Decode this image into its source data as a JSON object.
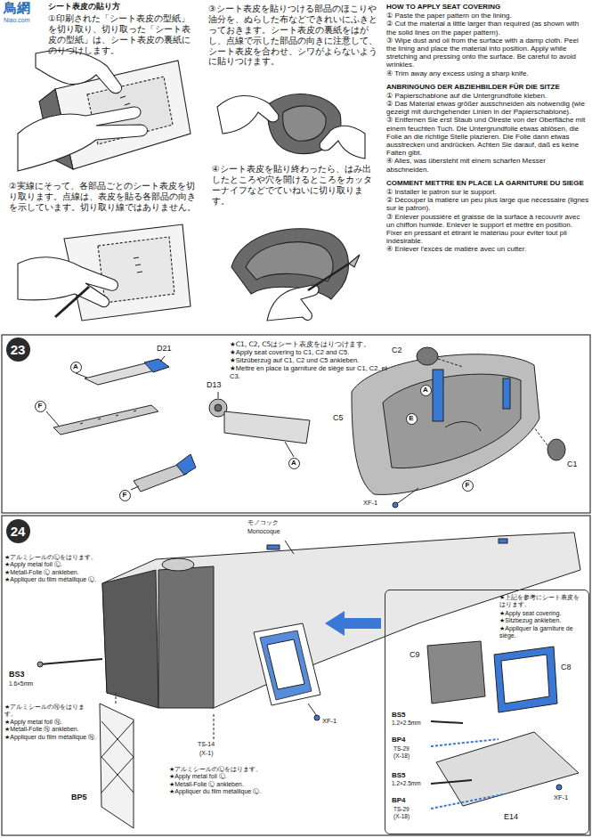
{
  "diagram": {
    "nodes": [
      {
        "text": [
          "23"
        ]
      },
      {
        "text": [
          "A"
        ]
      },
      {
        "text": [
          "F"
        ]
      },
      {
        "text": [
          "F"
        ]
      },
      {
        "text": [
          "A"
        ]
      },
      {
        "text": [
          "A"
        ]
      },
      {
        "text": [
          "E"
        ]
      },
      {
        "text": [
          "F"
        ]
      },
      {
        "text": [
          "24"
        ]
      },
      {
        "text": [
          "★上記を参考にシート表皮をはります。",
          "★Apply seat covering.",
          "★Sitzbezug ankleben.",
          "★Appliquer la garniture de siège."
        ]
      }
    ],
    "labels": [
      "鳥網",
      "Niao.com",
      "シート表皮の貼り方",
      "①印刷された「シート表皮の型紙」を切り取り、切り取った「シート表皮の型紙」は、シート表皮の裏紙にのりづけします。",
      "②実線にそって、各部品ごとのシート表皮を切り取ります。点線は、表皮を貼る各部品の向きを示しています。切り取り線ではありません。",
      "③シート表皮を貼りつける部品のほこりや油分を、ぬらした布などできれいにふきとっておきます。シート表皮の裏紙をはがし、点線で示した部品の向きに注意して、シート表皮を合わせ、シワがよらないように貼りつけます。",
      "④シート表皮を貼り終わったら、はみ出したところや穴を開けるところをカッターナイフなどでていねいに切り取ります。",
      "HOW TO APPLY SEAT COVERING",
      "① Paste the paper pattern on the lining.",
      "② Cut the material a little larger than required (as shown with the solid lines on the paper pattern).",
      "③ Wipe dust and oil from the surface with a damp cloth. Peel the lining and place the material into position. Apply while stretching and pressing onto the surface. Be careful to avoid wrinkles.",
      "④ Trim away any excess using a sharp knife.",
      "ANBRINGUNG DER ABZIEHBILDER FÜR DIE SITZE",
      "① Papierschablone auf die Untergrundfolie kleben.",
      "② Das Material etwas größer ausschneiden als notwendig (wie gezeigt mit durchgehender Linien in der Papierschablone).",
      "③ Entfernen Sie erst Staub und Ölreste von der Oberfläche mit einem feuchten Tuch. Die Untergrundfolie etwas ablösen, die Folie an die richtige Stelle plazieren. Die Folie dann etwas ausstrecken und andrücken. Achten Sie darauf, daß es keine Falten gibt.",
      "④ Alles, was übersteht mit einem scharfen Messer abschneiden.",
      "COMMENT METTRE EN PLACE LA GARNITURE DU SIEGE",
      "① Installer le patron sur le support.",
      "② Découper la matière un peu plus large que nécessaire (lignes sur le patron).",
      "③ Enlever poussière et graisse de la surface à recouvrir avec un chiffon humide. Enlever le support et mettre en position. Fixer en pressant et étirant le matériau pour éviter tout pli indésirable.",
      "④ Enlever l'excès de matière avec un cutter.",
      "★C1, C2, C5はシート表皮をはりつけます。",
      "★Apply seat covering to C1, C2 and C5.",
      "★Sitzüberzug auf C1, C2 und C5 ankleben.",
      "★Mettre en place la garniture de siège sur C1, C2, et C3.",
      "D21",
      "D13",
      "C2",
      "C5",
      "C1",
      "XF-1",
      "モノコック",
      "Monocoque",
      "★アルミシールのⓁをはります。",
      "★Apply metal foil Ⓛ.",
      "★Metall-Folie Ⓛ ankleben.",
      "★Appliquer du film métallique Ⓛ.",
      "BS3",
      "1.6×5mm",
      "★アルミシールのⓃをはります。",
      "★Apply metal foil Ⓝ.",
      "★Metall-Folie Ⓝ ankleben.",
      "★Appliquer du film métallique Ⓝ.",
      "BP5",
      "TS-14",
      "(X-1)",
      "★アルミシールのⓁをはります。",
      "★Apply metal foil Ⓛ.",
      "★Metall-Folie Ⓛ ankleben.",
      "★Appliquer du film métallique Ⓛ.",
      "XF-1",
      "C9",
      "C8",
      "BS5",
      "1.2×2.5mm",
      "BP4",
      "TS-29",
      "(X-18)",
      "BS5",
      "1.2×2.5mm",
      "BP4",
      "TS-29",
      "(X-18)",
      "E14",
      "XF-1"
    ]
  }
}
